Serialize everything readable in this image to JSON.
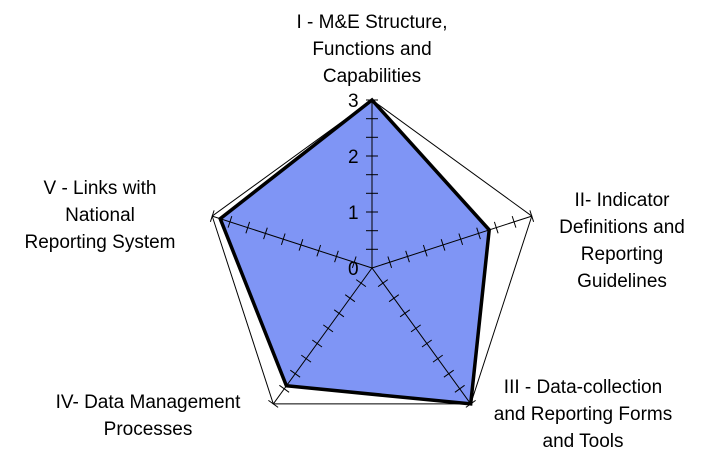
{
  "chart_data": {
    "type": "radar",
    "axes": [
      [
        "I - M&E Structure,",
        "Functions and",
        "Capabilities"
      ],
      [
        "II- Indicator",
        "Definitions and",
        "Reporting",
        "Guidelines"
      ],
      [
        "III - Data-collection",
        "and Reporting Forms",
        "and Tools"
      ],
      [
        "IV- Data Management",
        "Processes"
      ],
      [
        "V - Links with",
        "National",
        "Reporting System"
      ]
    ],
    "range": [
      0,
      3
    ],
    "tick_labels": [
      "0",
      "1",
      "2",
      "3"
    ],
    "minor_ticks_per_unit": 3,
    "series": [
      {
        "values": [
          3.0,
          2.2,
          3.0,
          2.6,
          2.85
        ],
        "fill": "#7f95f5",
        "stroke": "#000000"
      }
    ],
    "colors": {
      "fill": "#7f95f5",
      "line": "#000000",
      "background": "#ffffff"
    }
  }
}
